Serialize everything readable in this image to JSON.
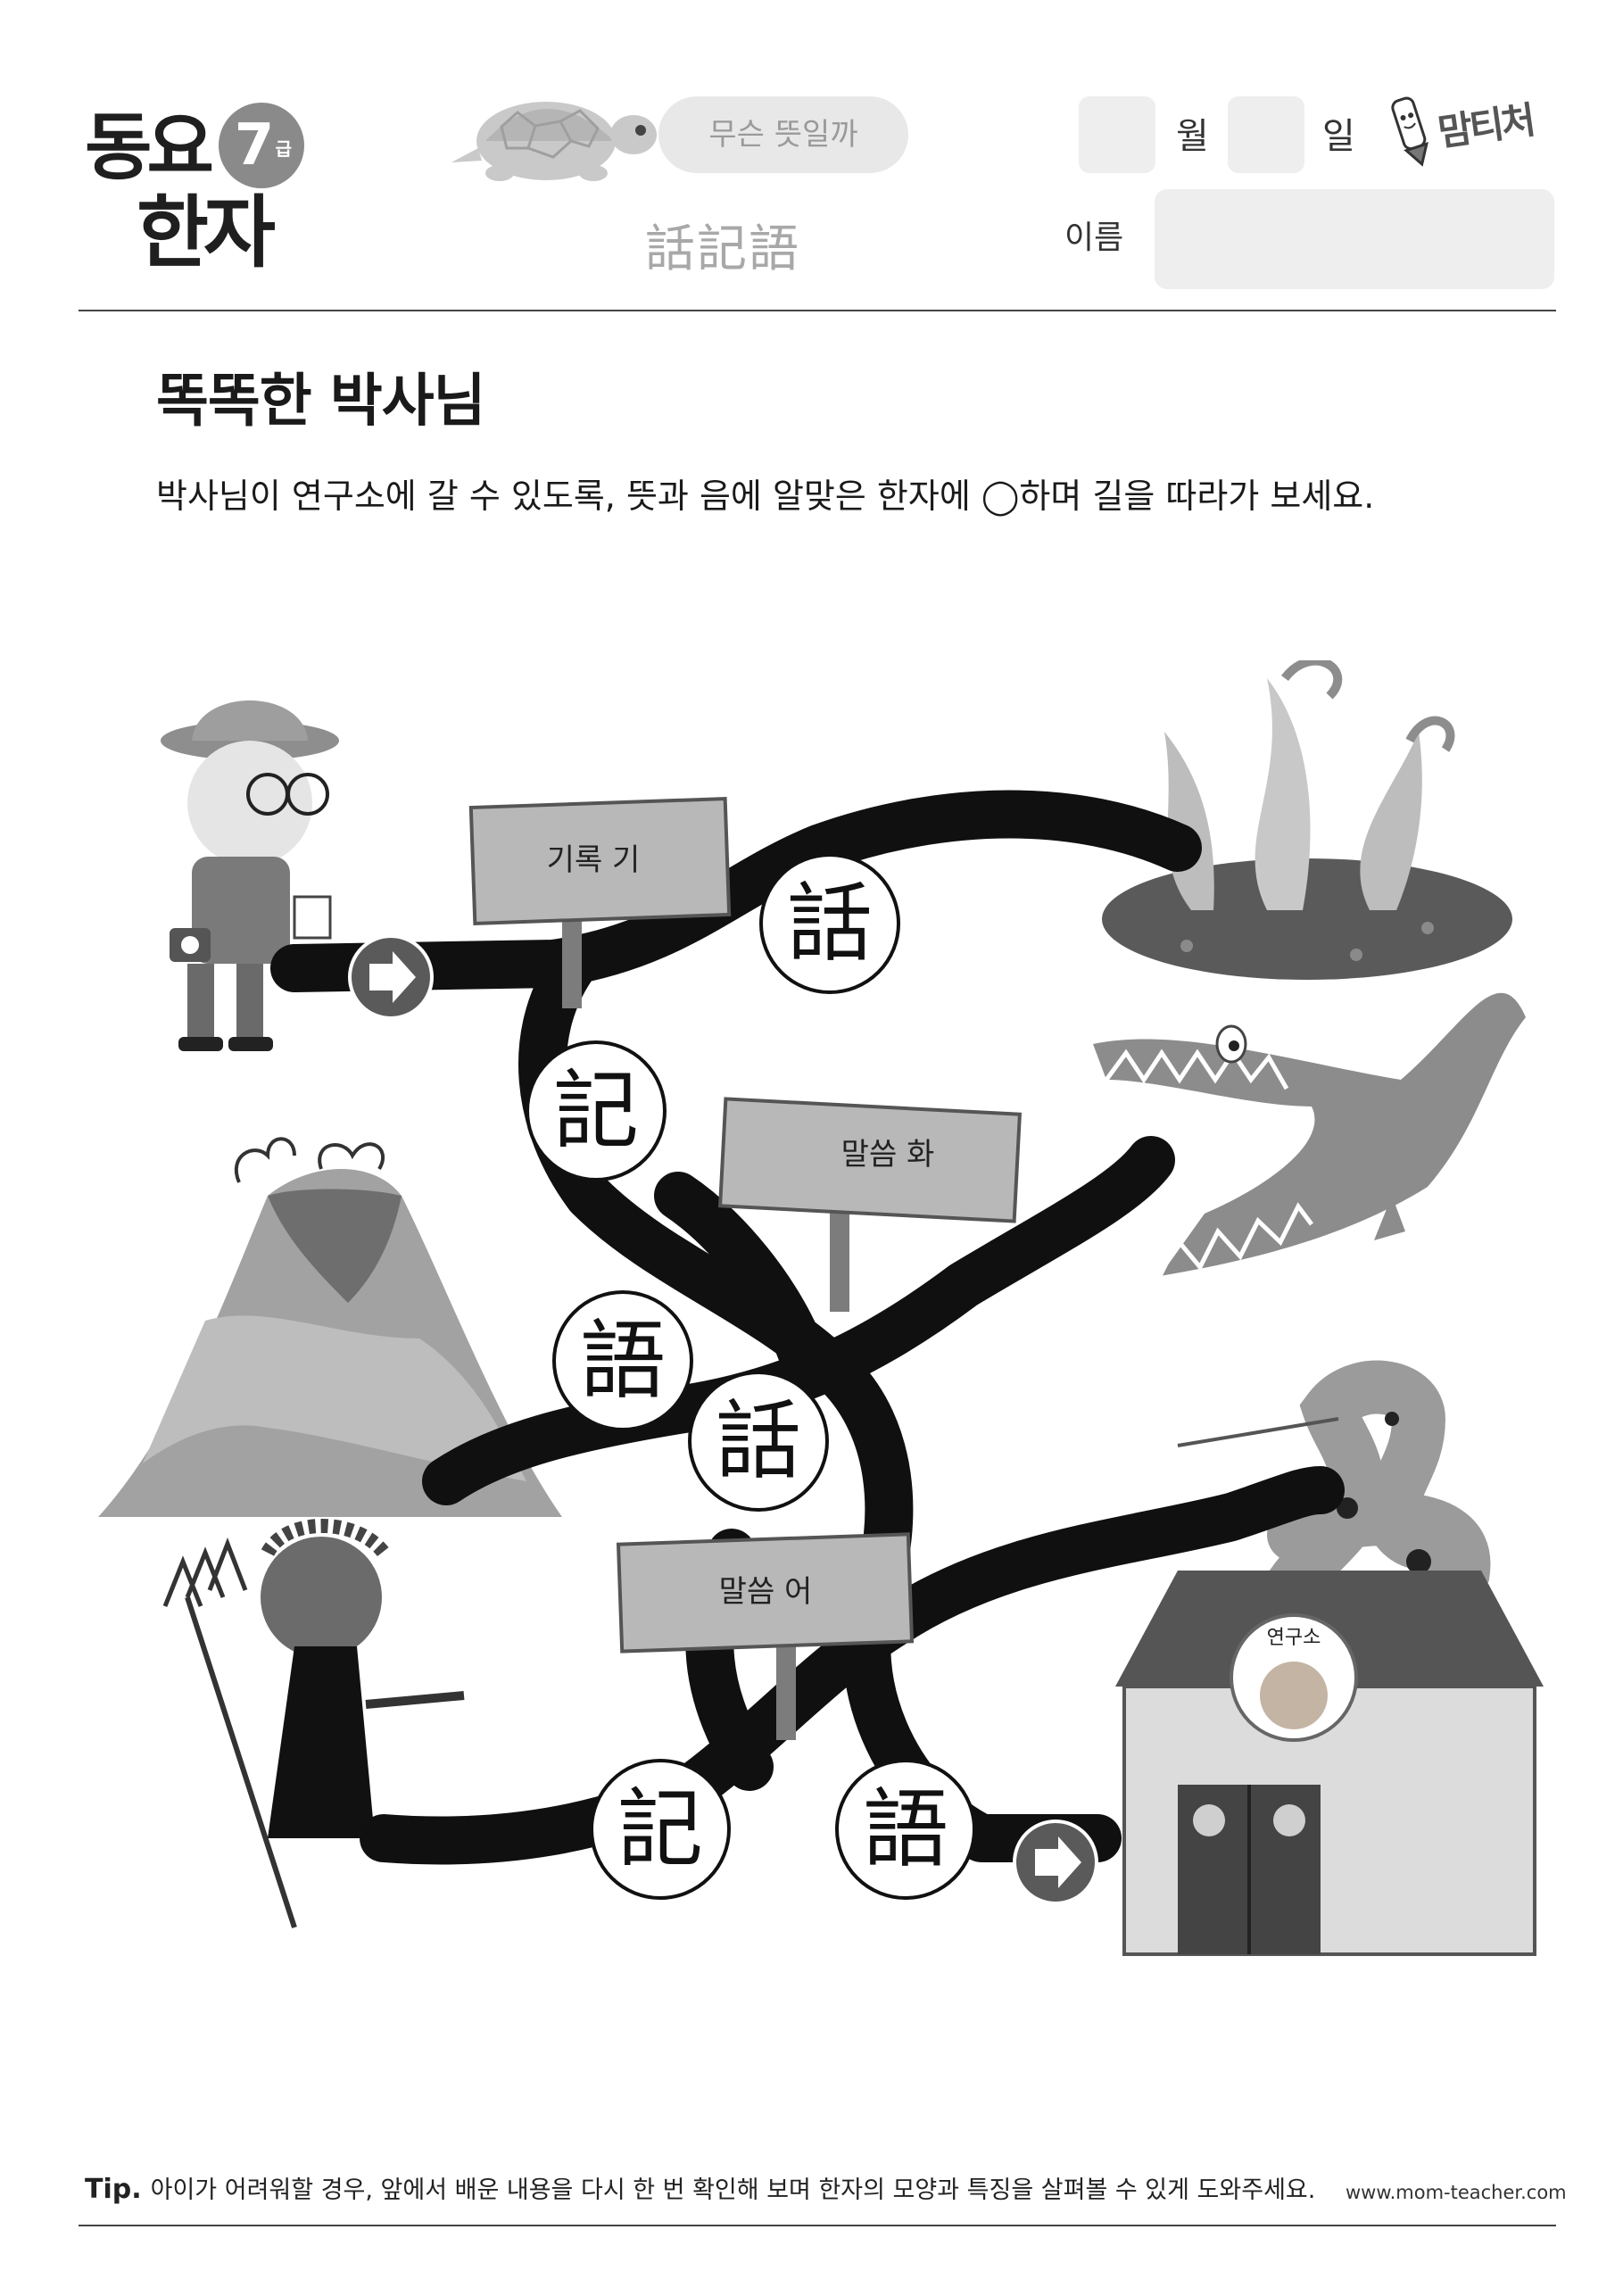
{
  "header": {
    "brand": {
      "line1": "동요",
      "line2": "한자",
      "grade_number": "7",
      "grade_unit": "급"
    },
    "meaning_badge": "무슨 뜻일까",
    "hanja_row": "話記語",
    "date": {
      "month_label": "월",
      "day_label": "일"
    },
    "name_label": "이름",
    "logo_text": "맘티처"
  },
  "title": "똑똑한 박사님",
  "instruction": "박사님이 연구소에 갈 수 있도록, 뜻과 음에 알맞은 한자에 ◯하며 길을 따라가 보세요.",
  "maze": {
    "signs": [
      {
        "text": "기록 기"
      },
      {
        "text": "말씀 화"
      },
      {
        "text": "말씀 어"
      }
    ],
    "hanja_nodes": [
      {
        "char": "話"
      },
      {
        "char": "記"
      },
      {
        "char": "語"
      },
      {
        "char": "話"
      },
      {
        "char": "記"
      },
      {
        "char": "語"
      }
    ],
    "lab_sign": "연구소"
  },
  "footer": {
    "tip_label": "Tip.",
    "tip_text": "아이가 어려워할 경우, 앞에서 배운 내용을 다시 한 번 확인해 보며 한자의 모양과 특징을 살펴볼 수 있게 도와주세요.",
    "website": "www.mom-teacher.com"
  },
  "colors": {
    "path": "#101010",
    "pill": "#e8e8e8",
    "box": "#eeeeee",
    "muted_text": "#a8a8a8",
    "arrow": "#5a5a5a"
  }
}
